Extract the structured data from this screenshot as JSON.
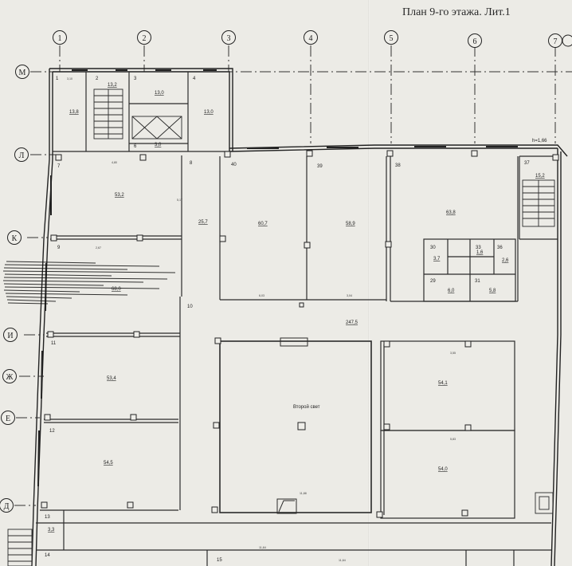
{
  "title": "План 9-го этажа. Лит.1",
  "axes_top": [
    "1",
    "2",
    "3",
    "4",
    "5",
    "6",
    "7"
  ],
  "axes_left": [
    "М",
    "Л",
    "К",
    "И",
    "Ж",
    "Е",
    "Д"
  ],
  "rooms": {
    "r1": {
      "num": "1",
      "area": "13,8"
    },
    "r2": {
      "num": "2",
      "area": "13,2"
    },
    "r3": {
      "num": "3",
      "area": "13,0"
    },
    "r4": {
      "num": "4",
      "area": "13,0"
    },
    "r6": {
      "num": "6",
      "area": "3,0"
    },
    "r7": {
      "num": "7",
      "area": "53,2"
    },
    "r8": {
      "num": "8",
      "area": "25,7"
    },
    "r9": {
      "num": "9",
      "area": "68,0"
    },
    "r10": {
      "num": "10",
      "area": "247,5"
    },
    "r11": {
      "num": "11",
      "area": "53,4"
    },
    "r12": {
      "num": "12",
      "area": "54,5"
    },
    "r13": {
      "num": "13",
      "area": "3,3"
    },
    "r14": {
      "num": "14"
    },
    "r15": {
      "num": "15"
    },
    "r29": {
      "num": "29",
      "area": "6,0"
    },
    "r30": {
      "num": "30",
      "area": "3,7"
    },
    "r31": {
      "num": "31",
      "area": "5,8"
    },
    "r33": {
      "num": "33",
      "area": "1,6"
    },
    "r36": {
      "num": "36",
      "area": "2,6"
    },
    "r37": {
      "num": "37",
      "area": "15,2"
    },
    "r38": {
      "num": "38",
      "area": "63,8"
    },
    "r39": {
      "num": "39",
      "area": "58,9"
    },
    "r40": {
      "num": "40",
      "area": "60,7"
    },
    "big1": {
      "area": "54,1"
    },
    "big2": {
      "area": "54,0"
    }
  },
  "center_label": "Второй свет",
  "level_mark": "h=1,66",
  "dims": [
    "3,10",
    "5,17",
    "4,80",
    "2,67",
    "6,03",
    "3,04",
    "3,55",
    "5,83",
    "11,64",
    "11,64",
    "11,88"
  ]
}
